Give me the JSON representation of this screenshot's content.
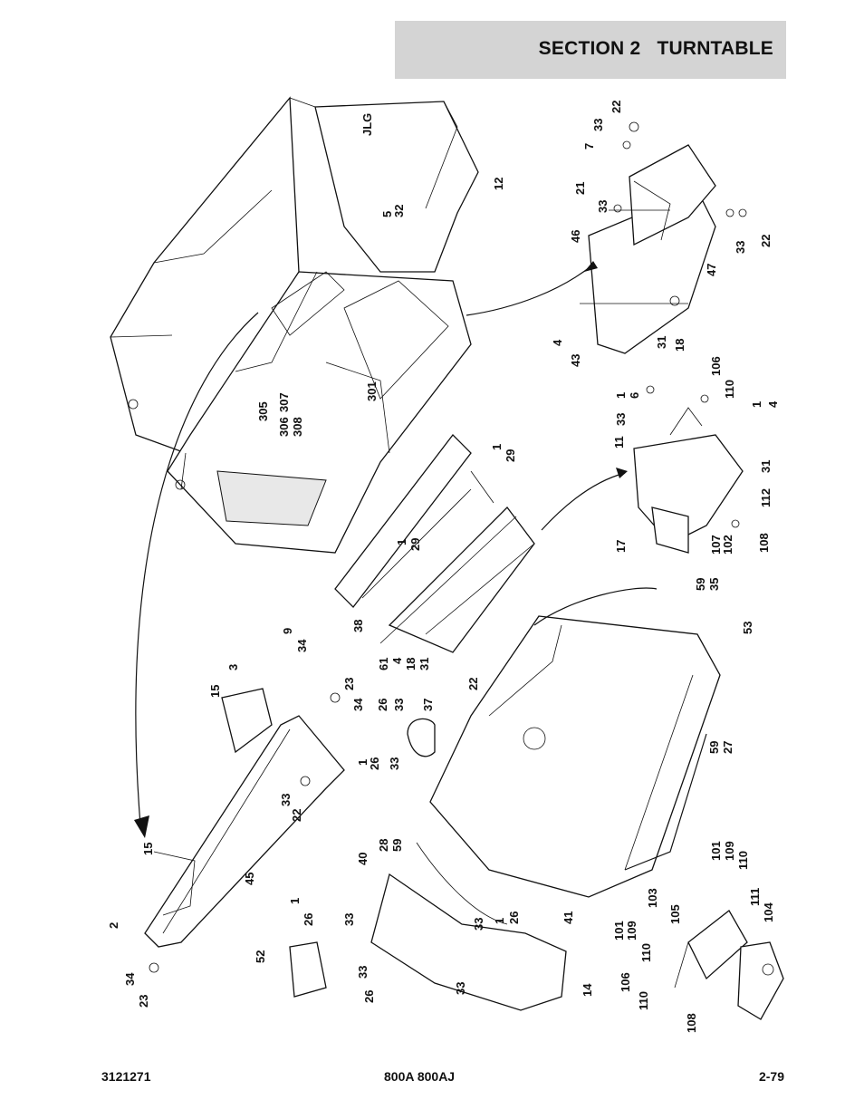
{
  "header": {
    "section": "SECTION 2",
    "title": "TURNTABLE"
  },
  "footer": {
    "part_number": "3121271",
    "models": "800A 800AJ",
    "page": "2-79"
  },
  "callouts": [
    "22",
    "33",
    "7",
    "21",
    "33",
    "46",
    "47",
    "33",
    "22",
    "12",
    "5",
    "32",
    "4",
    "43",
    "31",
    "18",
    "301",
    "305",
    "307",
    "306",
    "308",
    "1",
    "6",
    "33",
    "106",
    "110",
    "1",
    "4",
    "11",
    "31",
    "112",
    "17",
    "107",
    "102",
    "108",
    "1",
    "29",
    "1",
    "29",
    "38",
    "61",
    "4",
    "18",
    "31",
    "59",
    "35",
    "53",
    "22",
    "26",
    "33",
    "37",
    "1",
    "26",
    "33",
    "59",
    "27",
    "9",
    "34",
    "3",
    "15",
    "23",
    "34",
    "33",
    "22",
    "15",
    "45",
    "28",
    "59",
    "40",
    "1",
    "26",
    "33",
    "2",
    "34",
    "23",
    "52",
    "33",
    "26",
    "33",
    "1",
    "26",
    "41",
    "33",
    "14",
    "101",
    "109",
    "110",
    "103",
    "111",
    "105",
    "101",
    "109",
    "110",
    "104",
    "106",
    "110",
    "108"
  ]
}
